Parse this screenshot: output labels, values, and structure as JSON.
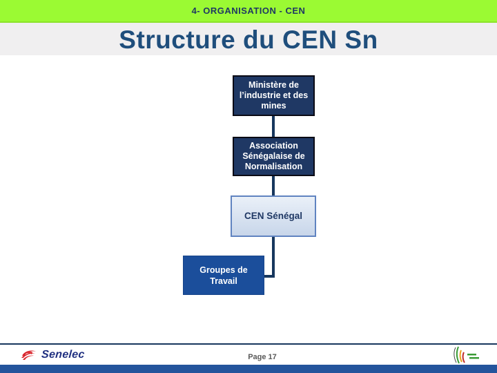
{
  "header": {
    "kicker": "4- ORGANISATION - CEN",
    "title": "Structure du CEN Sn"
  },
  "diagram": {
    "boxes": [
      {
        "id": "ministere",
        "lines": [
          "Ministère de",
          "l’industrie et des",
          "mines"
        ]
      },
      {
        "id": "asn",
        "lines": [
          "Association",
          "Sénégalaise de",
          "Normalisation"
        ]
      },
      {
        "id": "cen",
        "lines": [
          "CEN Sénégal"
        ]
      },
      {
        "id": "groupes",
        "lines": [
          "Groupes de",
          "Travail"
        ]
      }
    ],
    "flow": "ministere > asn > cen > groupes"
  },
  "footer": {
    "brand": "Senelec",
    "page_label": "Page 17"
  },
  "colors": {
    "banner_green": "#9BFA33",
    "title_blue": "#1F4E7C",
    "box_navy": "#1F3864",
    "box_light_fill": "#C8D6EA",
    "box_light_border": "#5F83C0",
    "box_blue": "#1B4E9B",
    "connector_navy": "#17375E",
    "footer_rule": "#17365D",
    "bottom_bar_blue": "#24549C",
    "brand_red": "#D8232A",
    "brand_navy": "#1F2F80",
    "page_gray": "#595959"
  }
}
